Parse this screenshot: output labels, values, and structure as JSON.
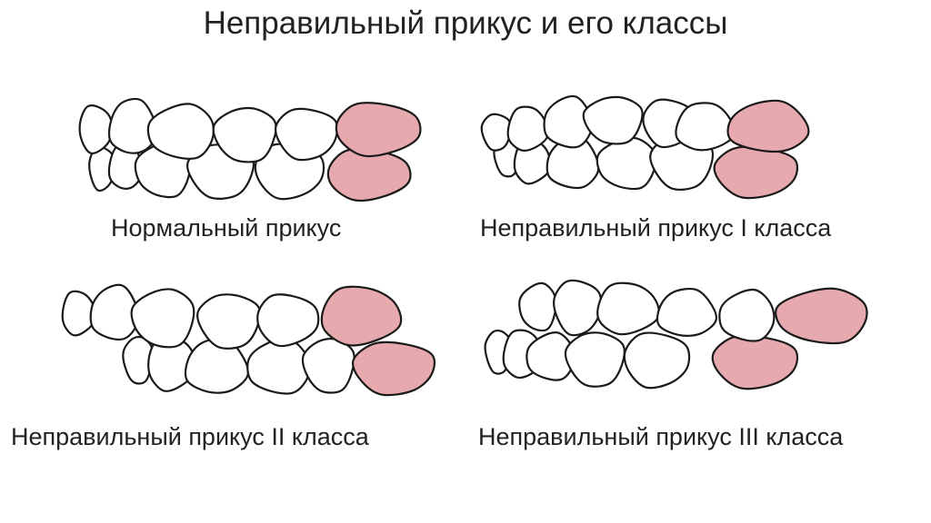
{
  "title": "Неправильный прикус и его классы",
  "panels": [
    {
      "id": "normal",
      "caption": "Нормальный прикус"
    },
    {
      "id": "class1",
      "caption": "Неправильный прикус I класса"
    },
    {
      "id": "class2",
      "caption": "Неправильный прикус II класса"
    },
    {
      "id": "class3",
      "caption": "Неправильный прикус III класса"
    }
  ],
  "colors": {
    "molar_highlight": "#e6a9ad",
    "outline": "#1a1a1a",
    "tooth": "#ffffff"
  }
}
